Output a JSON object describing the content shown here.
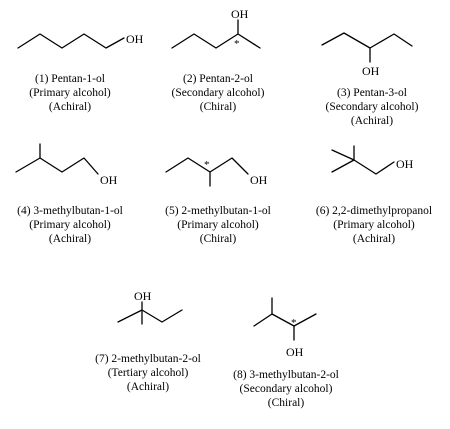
{
  "molecules": [
    {
      "name": "(1) Pentan-1-ol",
      "class": "(Primary alcohol)",
      "chirality": "(Achiral)",
      "group": "OH"
    },
    {
      "name": "(2) Pentan-2-ol",
      "class": "(Secondary alcohol)",
      "chirality": "(Chiral)",
      "group": "OH",
      "stereo_mark": "*"
    },
    {
      "name": "(3) Pentan-3-ol",
      "class": "(Secondary alcohol)",
      "chirality": "(Achiral)",
      "group": "OH"
    },
    {
      "name": "(4) 3-methylbutan-1-ol",
      "class": "(Primary alcohol)",
      "chirality": "(Achiral)",
      "group": "OH"
    },
    {
      "name": "(5) 2-methylbutan-1-ol",
      "class": "(Primary alcohol)",
      "chirality": "(Chiral)",
      "group": "OH",
      "stereo_mark": "*"
    },
    {
      "name": "(6) 2,2-dimethylpropanol",
      "class": "(Primary alcohol)",
      "chirality": "(Achiral)",
      "group": "OH"
    },
    {
      "name": "(7) 2-methylbutan-2-ol",
      "class": "(Tertiary alcohol)",
      "chirality": "(Achiral)",
      "group": "OH"
    },
    {
      "name": "(8) 3-methylbutan-2-ol",
      "class": "(Secondary alcohol)",
      "chirality": "(Chiral)",
      "group": "OH",
      "stereo_mark": "*"
    }
  ]
}
